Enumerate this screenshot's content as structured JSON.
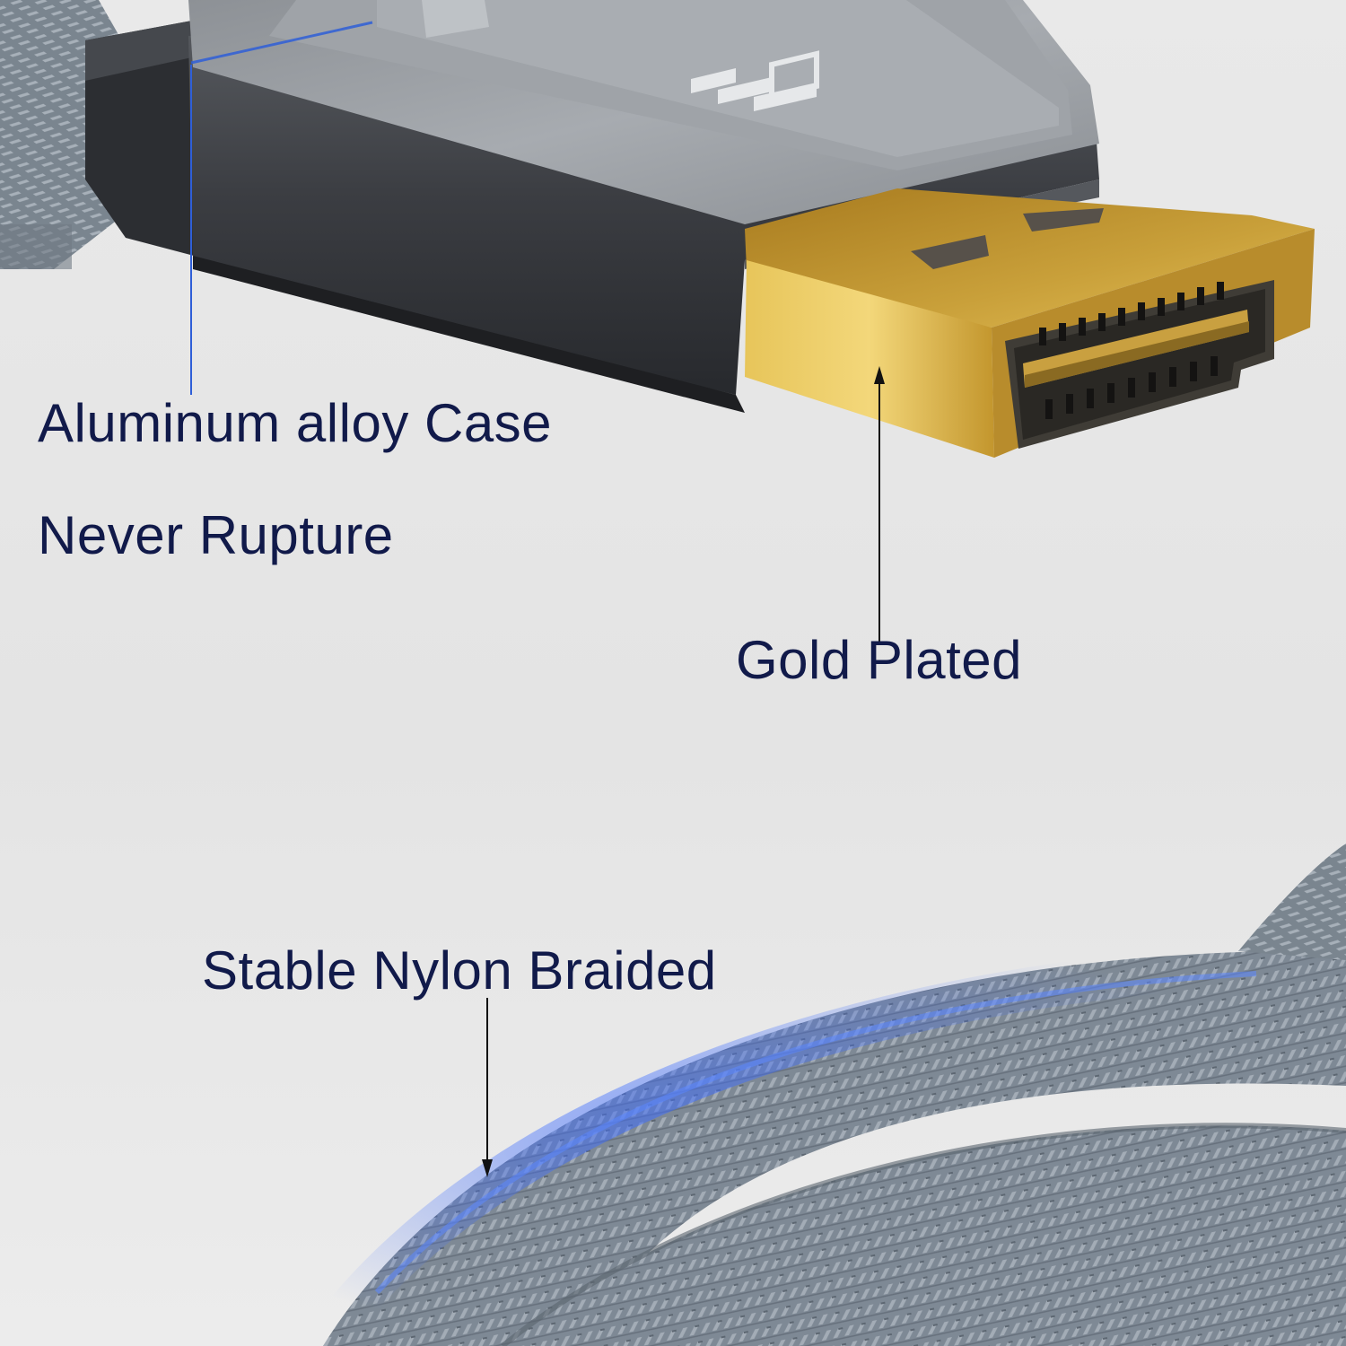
{
  "callouts": {
    "aluminum_case": "Aluminum alloy Case",
    "never_rupture": "Never Rupture",
    "gold_plated": "Gold Plated",
    "nylon_braided": "Stable Nylon Braided"
  },
  "colors": {
    "background": "#e8e8e8",
    "label_text": "#111a4a",
    "connector_body": "#3a3c40",
    "metal_top": "#9a9ea3",
    "gold": "#d4a636",
    "braid": "#7f8a96",
    "accent_blue": "#2f5fd8"
  }
}
